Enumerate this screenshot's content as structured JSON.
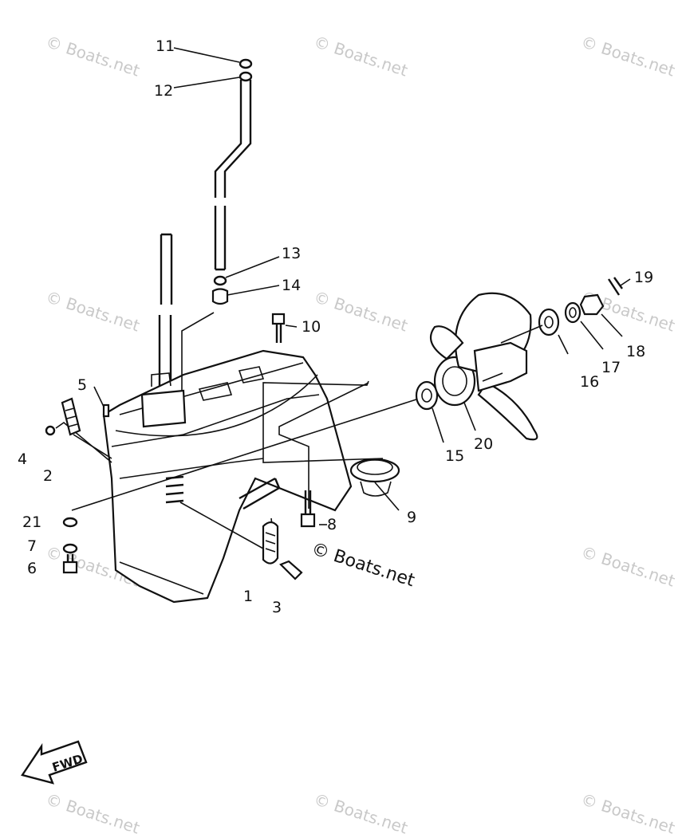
{
  "watermark": "© Boats.net",
  "center_watermark": "© Boats.net",
  "direction_label": "FWD",
  "part_labels": [
    "11",
    "12",
    "13",
    "14",
    "10",
    "5",
    "4",
    "2",
    "21",
    "7",
    "6",
    "8",
    "9",
    "15",
    "20",
    "16",
    "17",
    "18",
    "19",
    "1",
    "3"
  ]
}
